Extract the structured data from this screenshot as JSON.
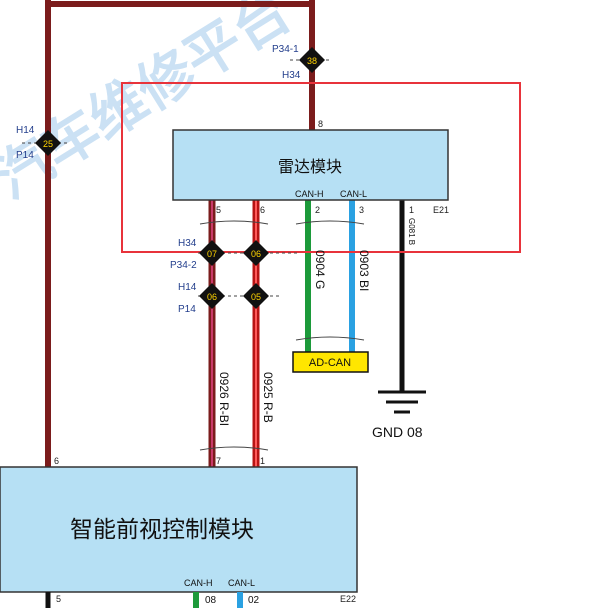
{
  "modules": {
    "radar": {
      "title": "雷达模块",
      "code": "E21",
      "pin_top": "8"
    },
    "front_view": {
      "title": "智能前视控制模块",
      "code": "E22",
      "pin_left_top": "6",
      "pin_left_bottom": "5"
    }
  },
  "radar_pins": {
    "p5": "5",
    "p6": "6",
    "p2": "2",
    "p3": "3",
    "p1": "1",
    "can_h": "CAN-H",
    "can_l": "CAN-L"
  },
  "front_pins": {
    "p7": "7",
    "p1": "1",
    "can_h": "CAN-H",
    "can_l": "CAN-L",
    "p08": "08",
    "p02": "02"
  },
  "wires": {
    "w0926": "0926  R-BI",
    "w0925": "0925  R-B",
    "w0904": "0904  G",
    "w0903": "0903  BI",
    "gnd_wire": "G081 B"
  },
  "connectors": {
    "top_p": "P34-1",
    "top_h": "H34",
    "top_num": "38",
    "left_h": "H14",
    "left_p": "P14",
    "left_num": "25",
    "mid_h": "H34",
    "mid_p": "P34-2",
    "mid_num1": "07",
    "mid_num2": "06",
    "low_h": "H14",
    "low_p": "P14",
    "low_num1": "06",
    "low_num2": "05"
  },
  "adcan_label": "AD-CAN",
  "gnd_label": "GND 08",
  "watermark": "汽车维修平台",
  "colors": {
    "module_fill": "#b6e0f4",
    "highlight": "#e8333b",
    "power": "#7b1c1c",
    "red": "#d42020",
    "green": "#1c9a3a",
    "blue": "#2aa1e2",
    "black": "#111111",
    "yellow": "#ffe600",
    "label_blue": "#233e8c"
  }
}
